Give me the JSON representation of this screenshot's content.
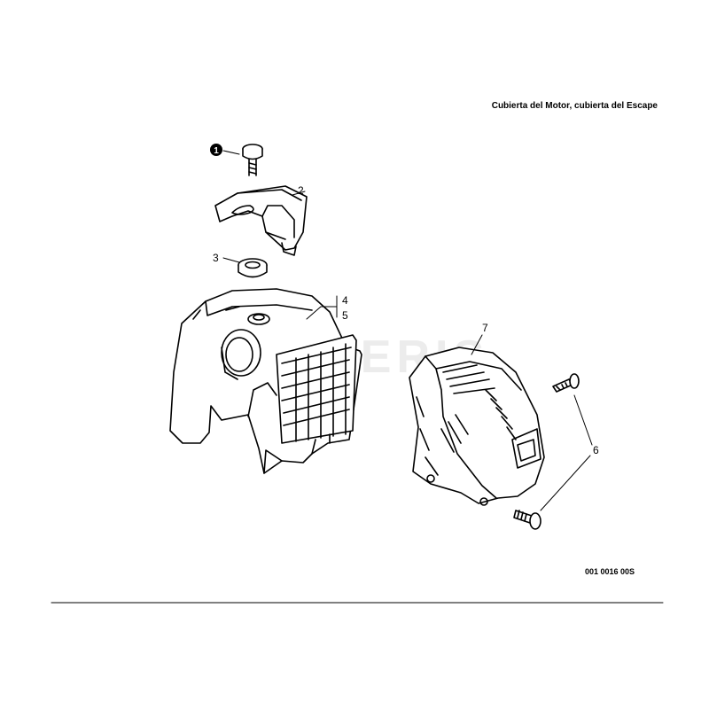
{
  "diagram": {
    "title": "Cubierta del Motor, cubierta del Escape",
    "reference_code": "001 0016 00S",
    "watermark": "CULTERIS",
    "callouts": {
      "c1": "1",
      "c2": "2",
      "c3": "3",
      "c4": "4",
      "c5": "5",
      "c6": "6",
      "c7": "7"
    },
    "colors": {
      "line": "#000000",
      "background": "#ffffff",
      "watermark": "#c9c9c9"
    }
  }
}
